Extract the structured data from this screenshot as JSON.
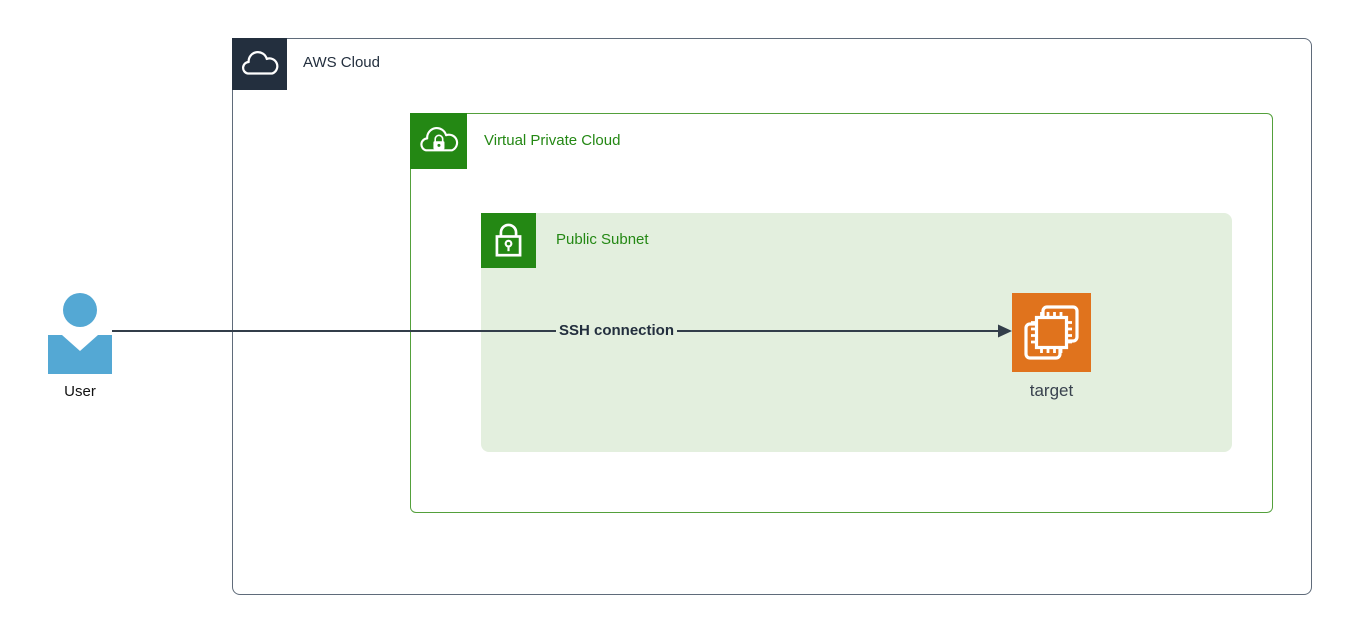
{
  "diagram": {
    "aws_cloud": {
      "label": "AWS Cloud"
    },
    "vpc": {
      "label": "Virtual Private Cloud"
    },
    "subnet": {
      "label": "Public Subnet"
    },
    "target": {
      "label": "target"
    },
    "user": {
      "label": "User"
    },
    "connection": {
      "label": "SSH connection"
    }
  },
  "icons": {
    "aws_cloud": "cloud-icon",
    "vpc": "cloud-lock-icon",
    "subnet": "lock-icon",
    "target": "ec2-chip-icon",
    "user": "person-icon",
    "connection": "arrow-right-icon"
  },
  "colors": {
    "aws_dark": "#232f3e",
    "aws_border": "#5f6b7a",
    "vpc_green": "#248814",
    "vpc_border": "#53a03b",
    "subnet_fill": "#e3efde",
    "ec2_orange": "#e0731d",
    "user_blue": "#54a8d4",
    "connector": "#333e4a",
    "text_dark": "#39424e"
  }
}
